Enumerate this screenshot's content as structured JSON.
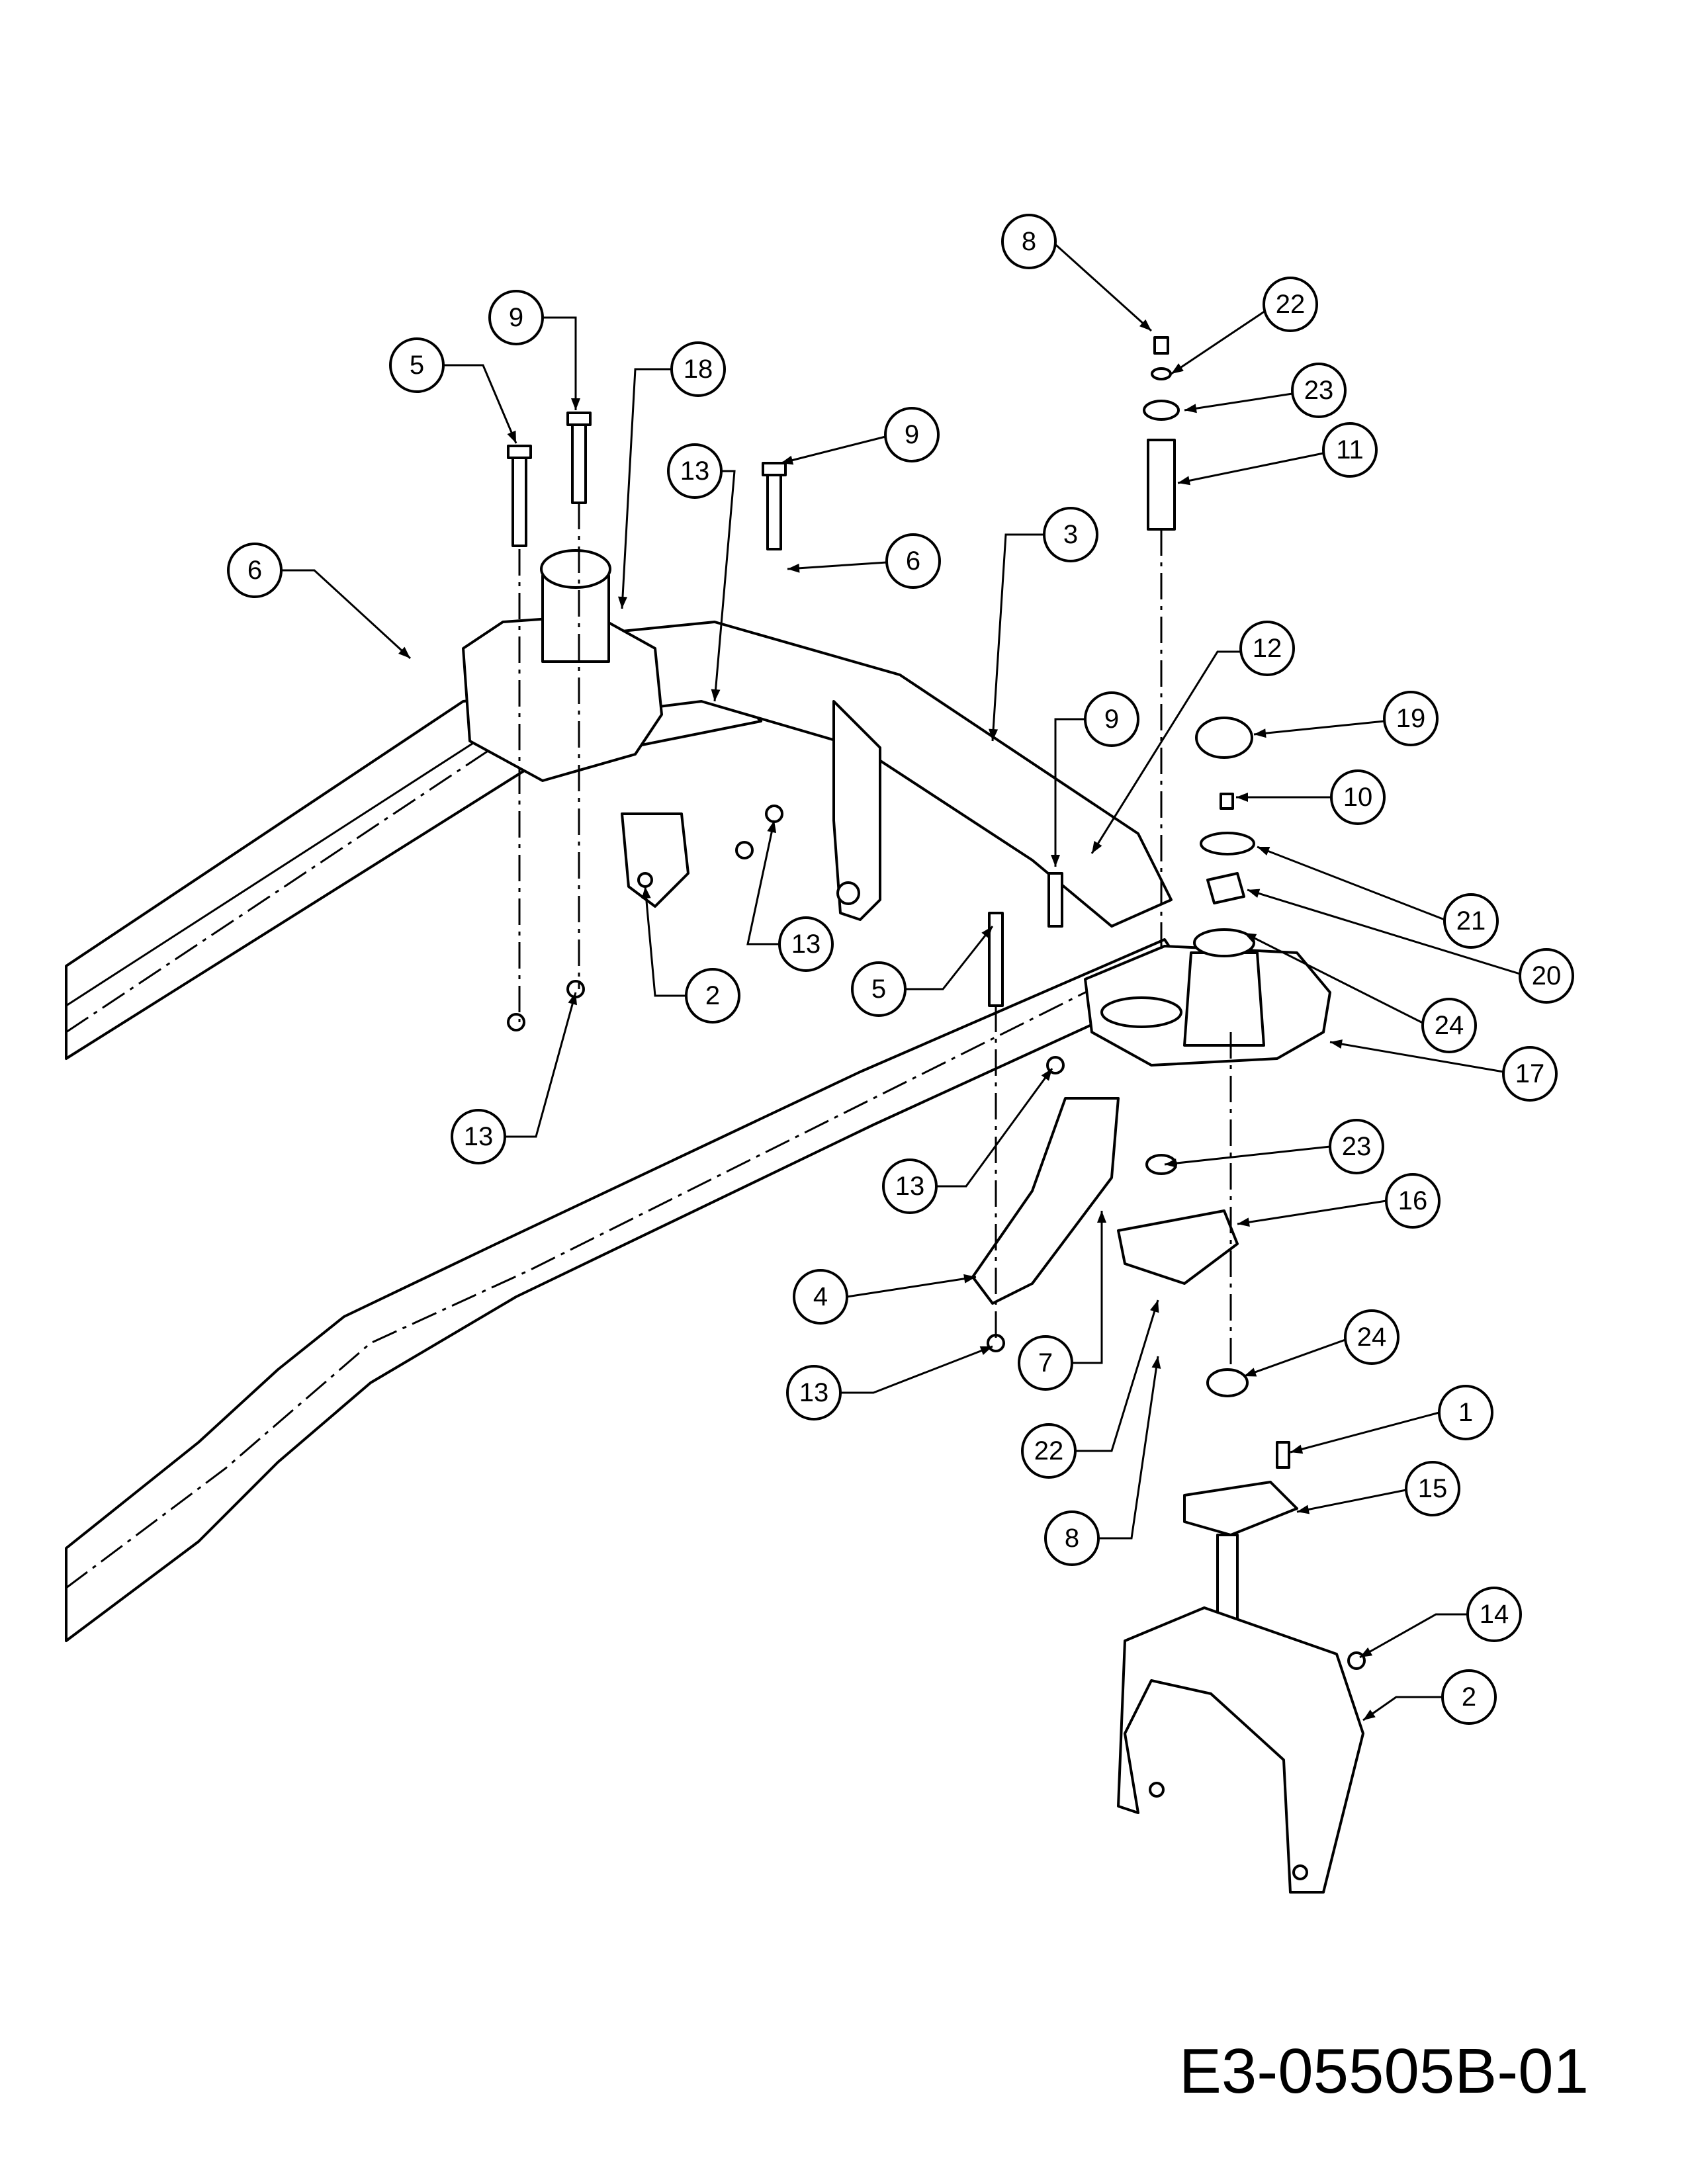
{
  "drawing_number": "E3-05505B-01",
  "callouts": [
    {
      "id": "c8a",
      "label": "8"
    },
    {
      "id": "c22a",
      "label": "22"
    },
    {
      "id": "c23a",
      "label": "23"
    },
    {
      "id": "c11",
      "label": "11"
    },
    {
      "id": "c9a",
      "label": "9"
    },
    {
      "id": "c5a",
      "label": "5"
    },
    {
      "id": "c18",
      "label": "18"
    },
    {
      "id": "c13a",
      "label": "13"
    },
    {
      "id": "c9b",
      "label": "9"
    },
    {
      "id": "c6a",
      "label": "6"
    },
    {
      "id": "c6b",
      "label": "6"
    },
    {
      "id": "c3",
      "label": "3"
    },
    {
      "id": "c12",
      "label": "12"
    },
    {
      "id": "c19",
      "label": "19"
    },
    {
      "id": "c9c",
      "label": "9"
    },
    {
      "id": "c10",
      "label": "10"
    },
    {
      "id": "c21",
      "label": "21"
    },
    {
      "id": "c20",
      "label": "20"
    },
    {
      "id": "c24a",
      "label": "24"
    },
    {
      "id": "c17",
      "label": "17"
    },
    {
      "id": "c13b",
      "label": "13"
    },
    {
      "id": "c2a",
      "label": "2"
    },
    {
      "id": "c5b",
      "label": "5"
    },
    {
      "id": "c13c",
      "label": "13"
    },
    {
      "id": "c13d",
      "label": "13"
    },
    {
      "id": "c23b",
      "label": "23"
    },
    {
      "id": "c16",
      "label": "16"
    },
    {
      "id": "c4",
      "label": "4"
    },
    {
      "id": "c7",
      "label": "7"
    },
    {
      "id": "c24b",
      "label": "24"
    },
    {
      "id": "c13e",
      "label": "13"
    },
    {
      "id": "c22b",
      "label": "22"
    },
    {
      "id": "c1",
      "label": "1"
    },
    {
      "id": "c15",
      "label": "15"
    },
    {
      "id": "c8b",
      "label": "8"
    },
    {
      "id": "c14",
      "label": "14"
    },
    {
      "id": "c2b",
      "label": "2"
    }
  ]
}
